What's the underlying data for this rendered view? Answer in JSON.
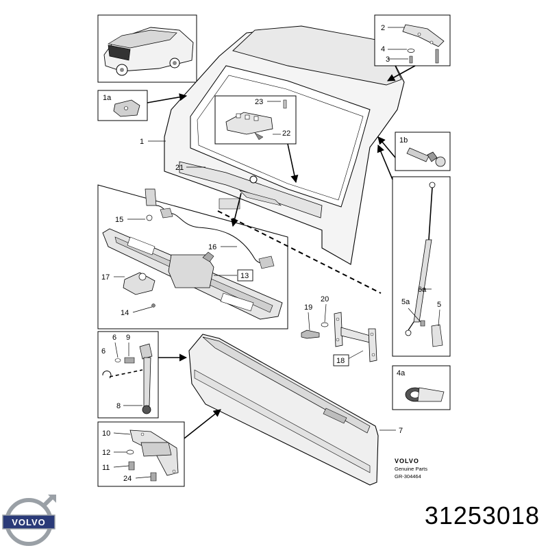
{
  "diagram": {
    "callouts": {
      "c1": "1",
      "c1a": "1a",
      "c1b": "1b",
      "c2": "2",
      "c3": "3",
      "c4": "4",
      "c4a": "4a",
      "c5": "5",
      "c5a": "5a",
      "c6": "6",
      "c6b": "6",
      "c6a": "6a",
      "c7": "7",
      "c8": "8",
      "c9": "9",
      "c10": "10",
      "c11": "11",
      "c12": "12",
      "c13": "13",
      "c14": "14",
      "c15": "15",
      "c16": "16",
      "c17": "17",
      "c18": "18",
      "c19": "19",
      "c20": "20",
      "c21": "21",
      "c22": "22",
      "c23": "23",
      "c24": "24"
    },
    "brand_text": "VOLVO",
    "brand_sub": "Genuine Parts",
    "drawing_ref": "GR-304464"
  },
  "footer": {
    "logo_text": "VOLVO",
    "part_number": "31253018"
  },
  "colors": {
    "line": "#000000",
    "fill_light": "#ececec",
    "fill_mid": "#d4d4d4",
    "logo_blue": "#2a3a78",
    "logo_silver": "#9aa0a6"
  },
  "icons": {
    "brand_logo": "volvo-iron-mark-icon"
  }
}
